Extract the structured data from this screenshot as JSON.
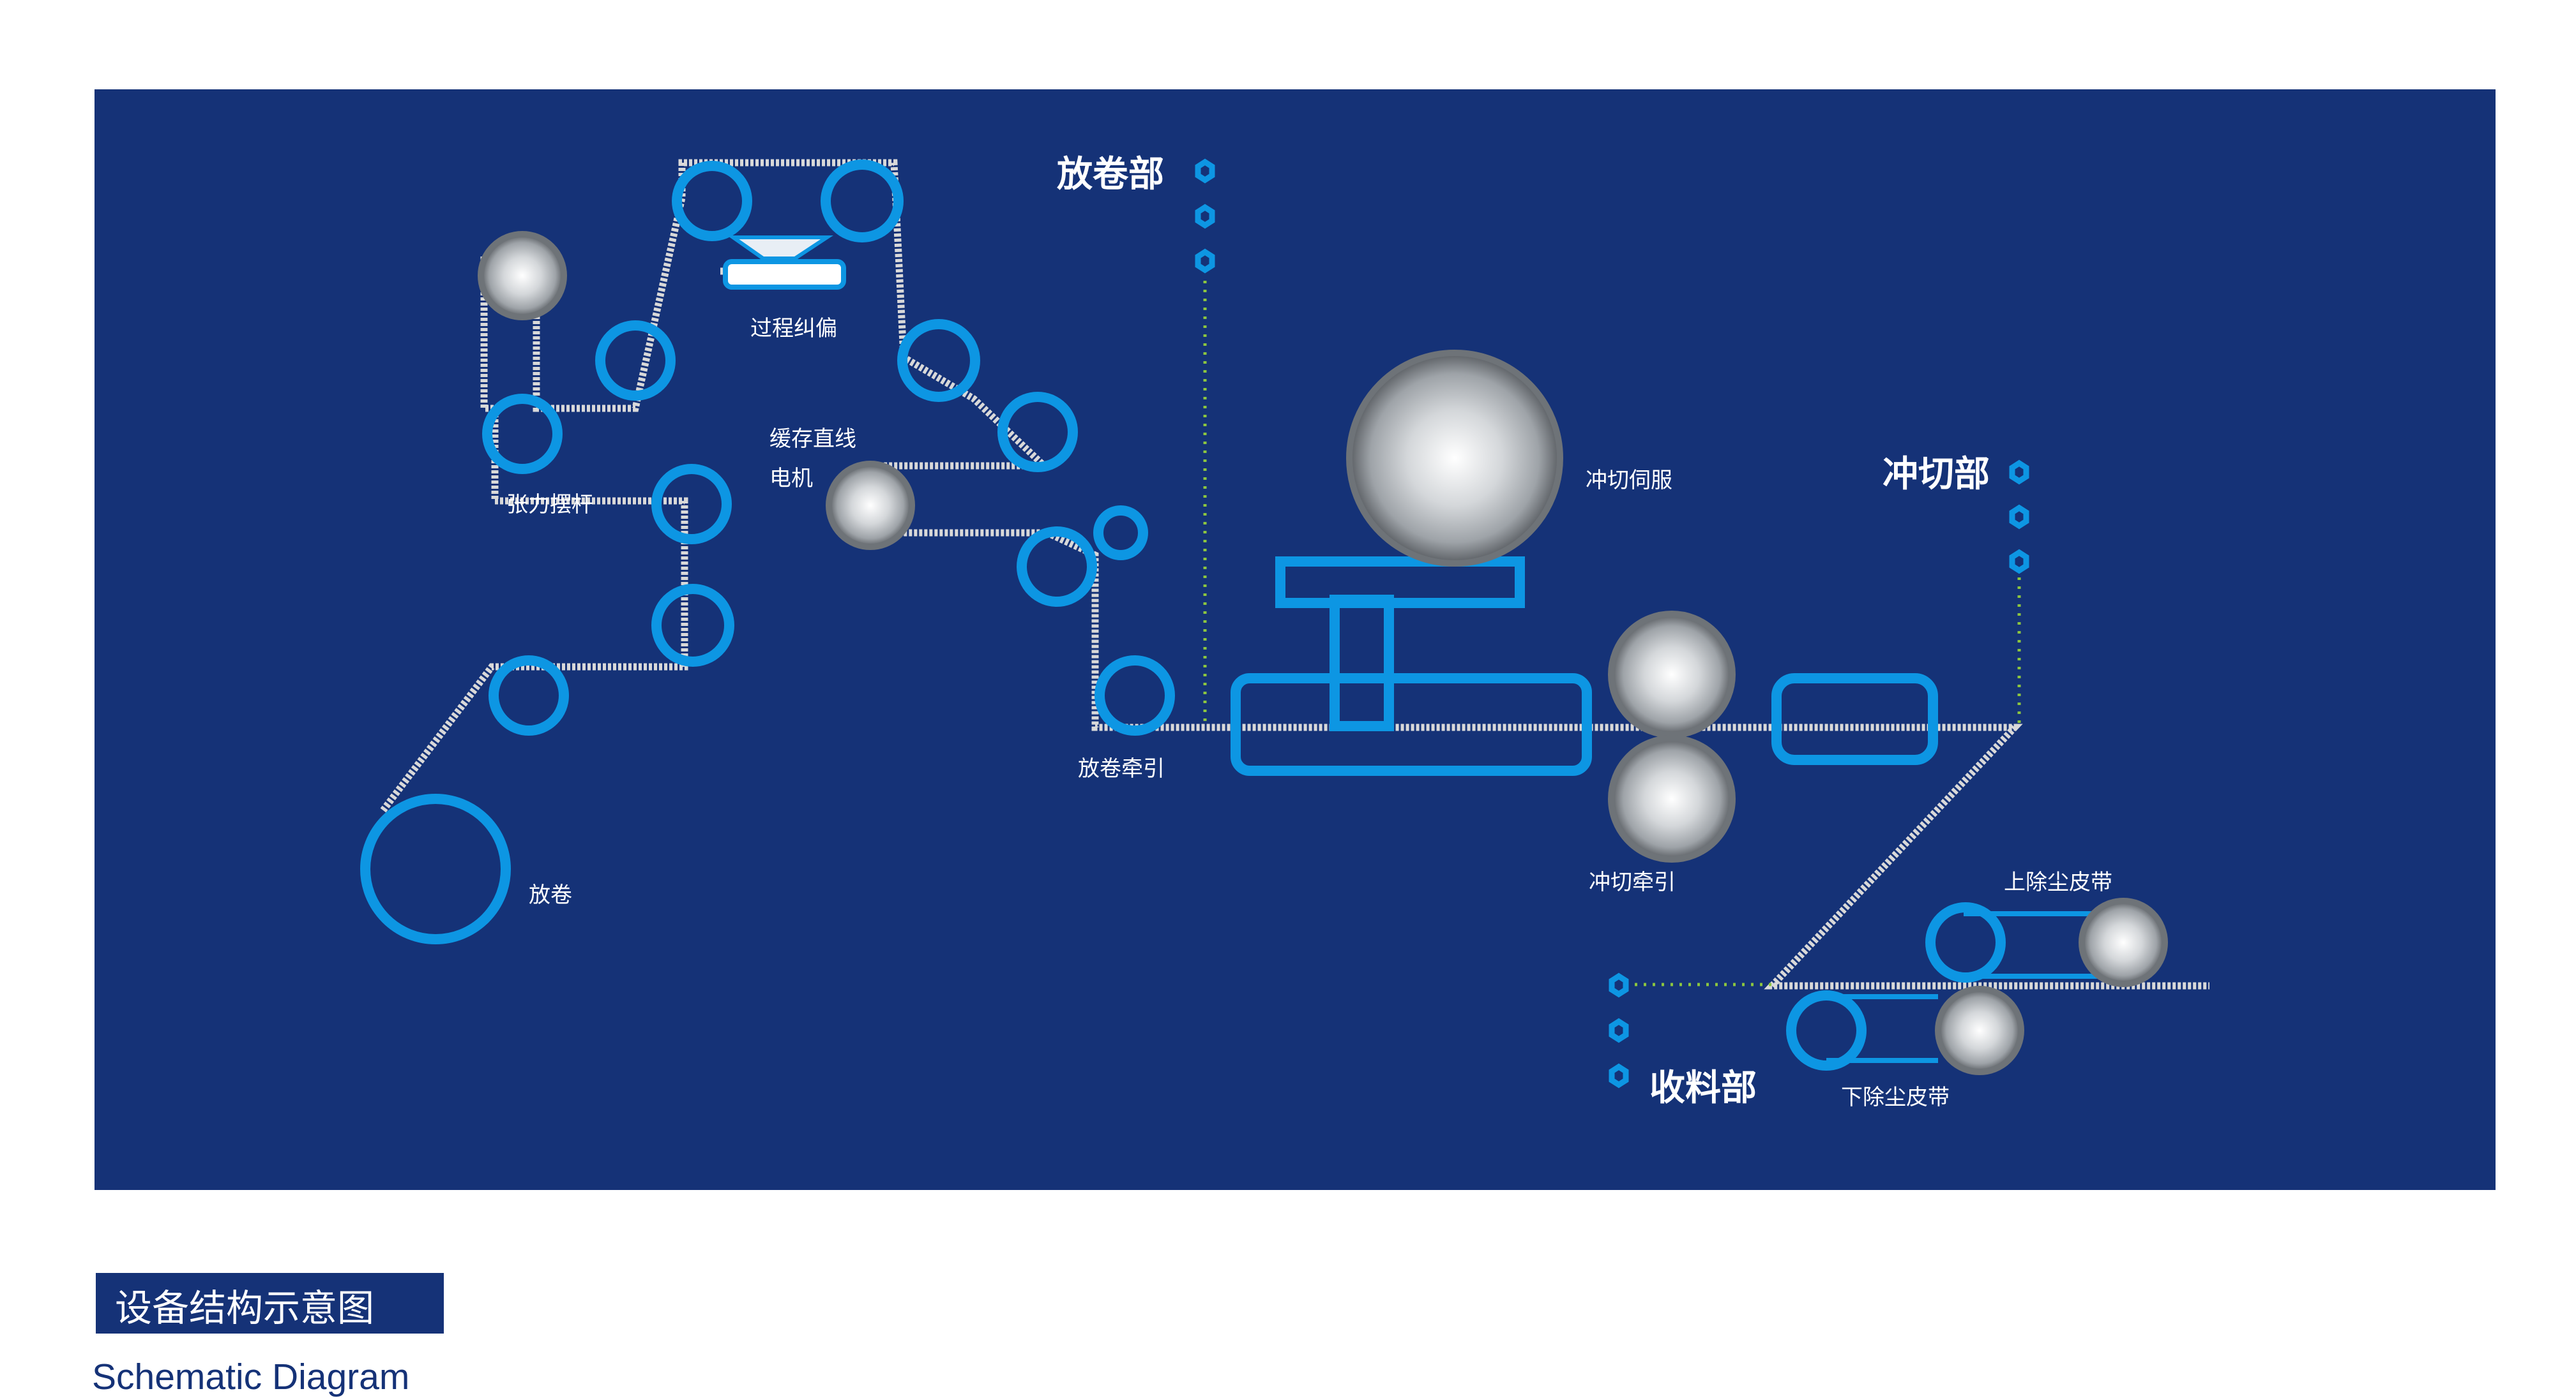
{
  "sections": {
    "unwind": "放卷部",
    "cutting": "冲切部",
    "rewind": "收料部"
  },
  "labels": {
    "process_correction": "过程纠偏",
    "buffer_motor_line1": "缓存直线",
    "buffer_motor_line2": "电机",
    "tension_dancer": "张力摆杆",
    "unwind_roll": "放卷",
    "unwind_traction": "放卷牵引",
    "cutting_servo": "冲切伺服",
    "cutting_traction": "冲切牵引",
    "upper_dust_belt": "上除尘皮带",
    "lower_dust_belt": "下除尘皮带"
  },
  "caption": {
    "title_cn": "设备结构示意图",
    "title_en": "Schematic Diagram"
  },
  "colors": {
    "board": "#153277",
    "roller": "#0d96e3",
    "web": "#d9d9d9",
    "dotted_line": "#8cc63f"
  },
  "icons": [
    "hexagon-marker-icon",
    "steel-roller-icon"
  ]
}
